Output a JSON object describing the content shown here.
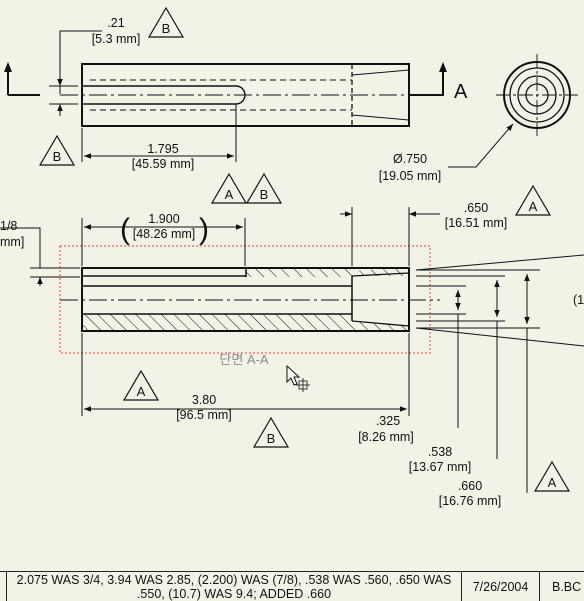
{
  "top_view": {
    "dim_slot_width": ".21",
    "dim_slot_width_mm": "[5.3 mm]",
    "dim_slot_length": "1.795",
    "dim_slot_length_mm": "[45.59 mm]",
    "section_marker": "A"
  },
  "end_view": {
    "dim_diameter": "Ø.750",
    "dim_diameter_mm": "[19.05 mm]"
  },
  "section_view": {
    "dim_partial_left": "1/8",
    "dim_partial_left_mm": "mm]",
    "dim_ref_length": "1.900",
    "dim_ref_length_mm": "[48.26 mm]",
    "dim_ref_open": "(",
    "dim_ref_close": ")",
    "dim_taper_length": ".650",
    "dim_taper_length_mm": "[16.51 mm]",
    "dim_overall": "3.80",
    "dim_overall_mm": "[96.5 mm]",
    "dim_bore_1": ".325",
    "dim_bore_1_mm": "[8.26 mm]",
    "dim_bore_2": ".538",
    "dim_bore_2_mm": "[13.67 mm]",
    "dim_bore_3": ".660",
    "dim_bore_3_mm": "[16.76 mm]",
    "dim_partial_right": "(1",
    "section_label": "단면  A-A"
  },
  "datum_flags": {
    "b_top": "B",
    "b_left": "B",
    "a_mid": "A",
    "b_mid": "B",
    "a_right_top": "A",
    "a_bottom_left": "A",
    "b_bottom": "B",
    "a_bottom_right": "A"
  },
  "revision_block": {
    "description": "2.075 WAS 3/4, 3.94 WAS 2.85, (2.200) WAS (7/8), .538 WAS .560, .650 WAS .550, (10.7) WAS 9.4; ADDED .660",
    "date": "7/26/2004",
    "by": "B.BC"
  },
  "colors": {
    "background": "#f3f2e7",
    "lines": "#111111",
    "selection_box": "#e0443c",
    "section_label": "#8a8a8a"
  }
}
